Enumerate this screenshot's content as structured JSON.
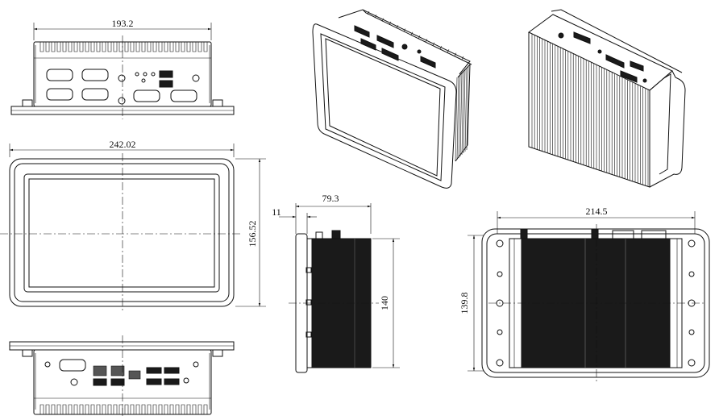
{
  "dimensions": {
    "top_width": "193.2",
    "front_width": "242.02",
    "front_height": "156.52",
    "side_bezel": "11",
    "side_depth": "79.3",
    "side_height": "140",
    "back_width": "214.5",
    "back_height": "139.8"
  }
}
